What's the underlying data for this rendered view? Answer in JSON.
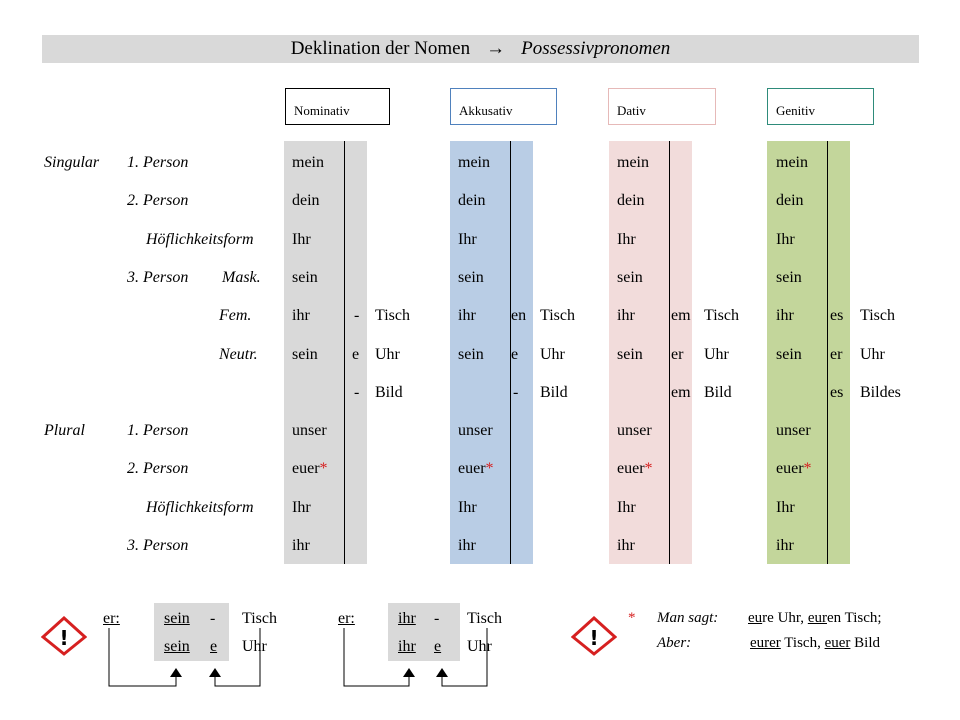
{
  "title": {
    "left": "Deklination der Nomen",
    "arrow": "→",
    "right": "Possessivpronomen"
  },
  "cases": [
    "Nominativ",
    "Akkusativ",
    "Dativ",
    "Genitiv"
  ],
  "colors": {
    "nominativ_bg": "#d9d9d9",
    "akkusativ_bg": "#b9cde5",
    "dativ_bg": "#f2dcdb",
    "genitiv_bg": "#c3d69b",
    "akkusativ_border": "#4f81bd",
    "dativ_border": "#e6b9b8",
    "genitiv_border": "#2e8b7a",
    "asterisk": "#d62020",
    "warning": "#d62020"
  },
  "rows": [
    {
      "group": "Singular",
      "person": "1. Person",
      "sub": "",
      "pronoun": "mein"
    },
    {
      "group": "",
      "person": "2. Person",
      "sub": "",
      "pronoun": "dein"
    },
    {
      "group": "",
      "person": "",
      "sub": "Höflichkeitsform",
      "pronoun": "Ihr"
    },
    {
      "group": "",
      "person": "3. Person",
      "sub": "Mask.",
      "pronoun": "sein"
    },
    {
      "group": "",
      "person": "",
      "sub": "Fem.",
      "pronoun": "ihr"
    },
    {
      "group": "",
      "person": "",
      "sub": "Neutr.",
      "pronoun": "sein"
    },
    {
      "group": "",
      "person": "",
      "sub": "",
      "pronoun": ""
    },
    {
      "group": "Plural",
      "person": "1. Person",
      "sub": "",
      "pronoun": "unser"
    },
    {
      "group": "",
      "person": "2. Person",
      "sub": "",
      "pronoun": "euer",
      "asterisk": "*"
    },
    {
      "group": "",
      "person": "",
      "sub": "Höflichkeitsform",
      "pronoun": "Ihr"
    },
    {
      "group": "",
      "person": "3. Person",
      "sub": "",
      "pronoun": "ihr"
    }
  ],
  "endings": {
    "nominativ": [
      {
        "ending": "-",
        "noun": "Tisch"
      },
      {
        "ending": "e",
        "noun": "Uhr"
      },
      {
        "ending": "-",
        "noun": "Bild"
      }
    ],
    "akkusativ": [
      {
        "ending": "en",
        "noun": "Tisch"
      },
      {
        "ending": "e",
        "noun": "Uhr"
      },
      {
        "ending": "-",
        "noun": "Bild"
      }
    ],
    "dativ": [
      {
        "ending": "em",
        "noun": "Tisch"
      },
      {
        "ending": "er",
        "noun": "Uhr"
      },
      {
        "ending": "em",
        "noun": "Bild"
      }
    ],
    "genitiv": [
      {
        "ending": "es",
        "noun": "Tisch"
      },
      {
        "ending": "er",
        "noun": "Uhr"
      },
      {
        "ending": "es",
        "noun": "Bildes"
      }
    ]
  },
  "bottom": {
    "example1": {
      "label": "er:",
      "line1_pron": "sein",
      "line1_end": "-",
      "line1_noun": "Tisch",
      "line2_pron": "sein",
      "line2_end": "e",
      "line2_noun": "Uhr"
    },
    "example2": {
      "label": "er:",
      "line1_pron": "ihr",
      "line1_end": "-",
      "line1_noun": "Tisch",
      "line2_pron": "ihr",
      "line2_end": "e",
      "line2_noun": "Uhr"
    },
    "warning_symbol": "!",
    "note": {
      "asterisk": "*",
      "label1": "Man sagt:",
      "l1_a": "eu",
      "l1_b": "re Uhr, ",
      "l1_c": "eur",
      "l1_d": "en Tisch;",
      "label2": "Aber:",
      "l2_a": "eurer",
      "l2_b": " Tisch, ",
      "l2_c": "euer",
      "l2_d": " Bild"
    }
  }
}
